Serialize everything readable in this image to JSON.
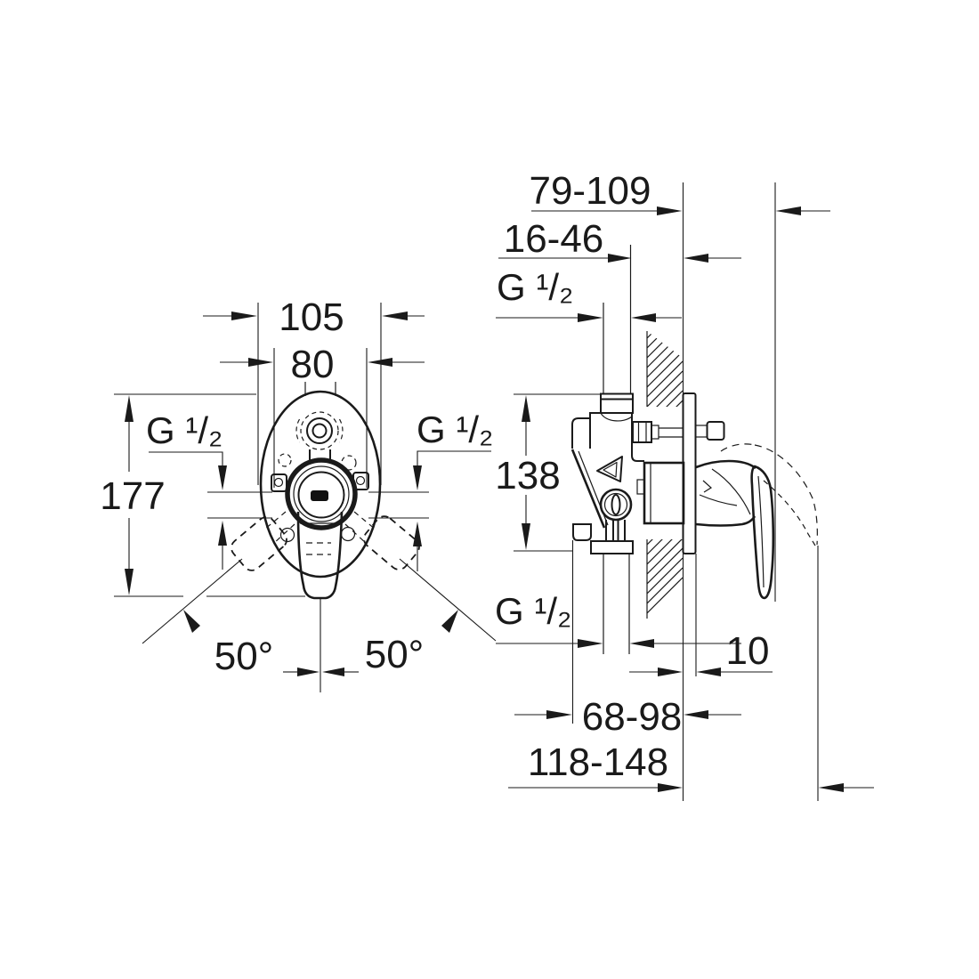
{
  "drawing": {
    "background_color": "#ffffff",
    "line_color": "#1a1a1a",
    "front_view": {
      "plate_width": "105",
      "hole_spacing": "80",
      "height": "177",
      "thread_left": "G ¹/₂",
      "thread_right": "G ¹/₂",
      "swing_angle_left": "50°",
      "swing_angle_right": "50°"
    },
    "side_view": {
      "handle_wall_distance": "79-109",
      "recess_depth": "16-46",
      "thread_top": "G ¹/₂",
      "port_spacing": "138",
      "thread_bottom": "G ¹/₂",
      "plate_offset": "10",
      "body_depth": "68-98",
      "total_depth": "118-148"
    }
  }
}
